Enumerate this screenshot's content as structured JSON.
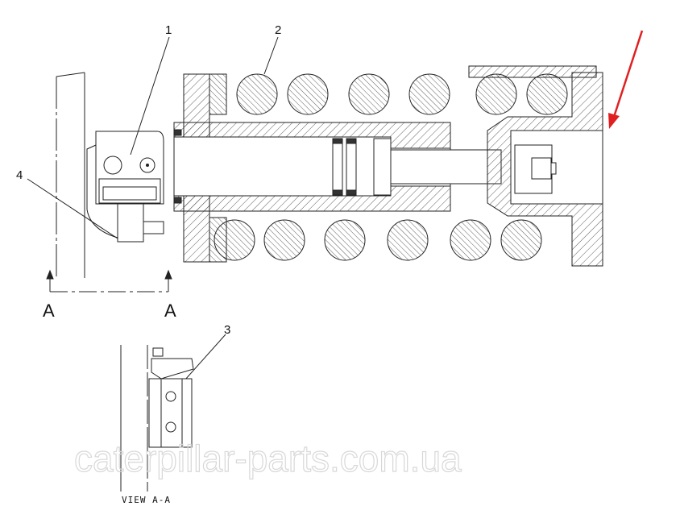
{
  "callouts": {
    "item1": "1",
    "item2": "2",
    "item3": "3",
    "item4": "4"
  },
  "section": {
    "left_marker": "A",
    "right_marker": "A",
    "view_label": "VIEW A-A"
  },
  "watermark": "caterpillar-parts.com.ua",
  "colors": {
    "line": "#222222",
    "arrow": "#e02020",
    "watermark": "#d8d8d8"
  }
}
